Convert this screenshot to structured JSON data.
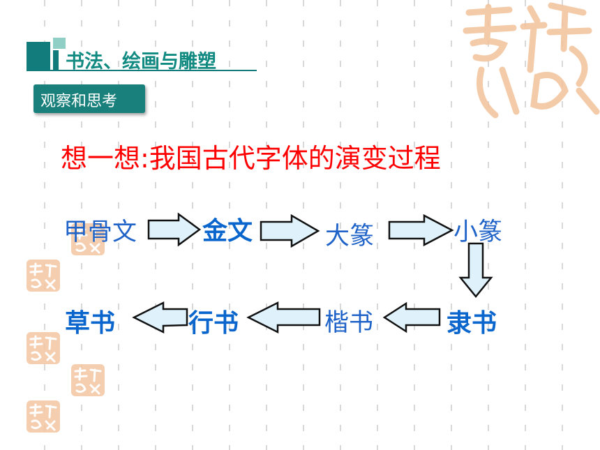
{
  "header": {
    "title": "书法、绘画与雕塑"
  },
  "badge": {
    "label": "观察和思考"
  },
  "question": "想一想:我国古代字体的演变过程",
  "scripts": [
    {
      "id": "jiaguwen",
      "label": "甲骨文"
    },
    {
      "id": "jinwen",
      "label": "金文"
    },
    {
      "id": "dazhuan",
      "label": "大篆"
    },
    {
      "id": "xiaozhuan",
      "label": "小篆"
    },
    {
      "id": "lishu",
      "label": "隶书"
    },
    {
      "id": "kaishu",
      "label": "楷书"
    },
    {
      "id": "xingshu",
      "label": "行书"
    },
    {
      "id": "caoshu",
      "label": "草书"
    }
  ],
  "colors": {
    "teal": "#127c7c",
    "teal_light": "#8fcfc6",
    "question_red": "#ff0000",
    "script_blue": "#0a66cc",
    "arrow_fill": "#dff2fb",
    "seal_orange": "#f3b98c"
  },
  "icons": {
    "flow_arrow": "block-arrow",
    "decoration": "seal-stamp"
  }
}
